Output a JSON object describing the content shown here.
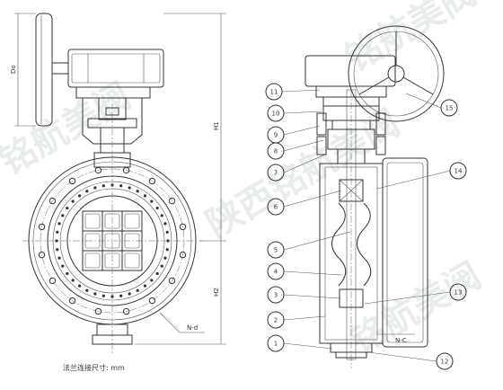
{
  "watermark": "铭航美阀",
  "watermark_lower": "陕西铭航美阀",
  "caption": "法兰连接尺寸: mm",
  "dims": {
    "do": "Do",
    "h1": "H1",
    "h2": "H2",
    "nd": "N-d"
  },
  "parts": [
    "1",
    "2",
    "3",
    "4",
    "5",
    "6",
    "7",
    "8",
    "9",
    "10",
    "11",
    "12",
    "13",
    "14",
    "15"
  ]
}
